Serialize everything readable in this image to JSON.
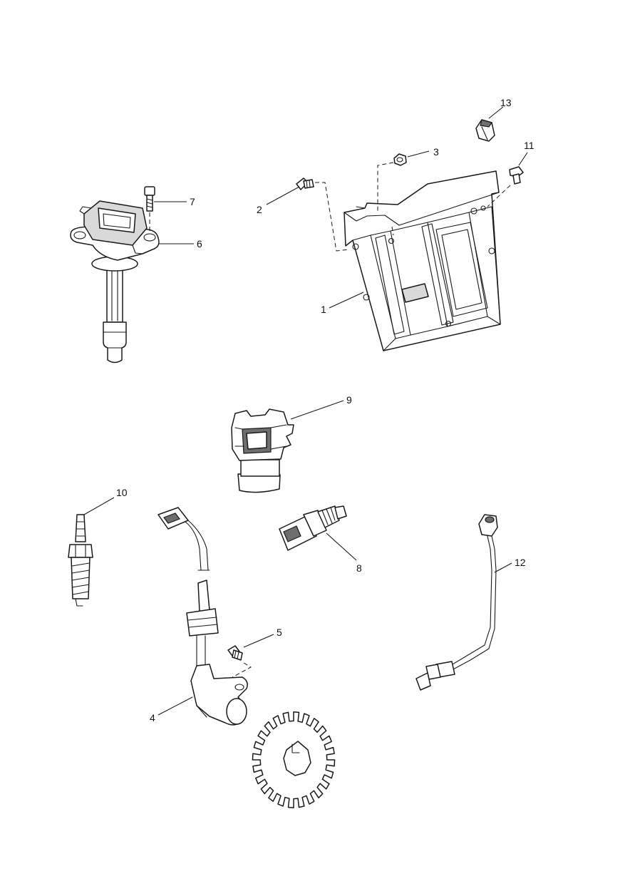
{
  "diagram": {
    "callouts": [
      {
        "id": "ecu",
        "label": "1"
      },
      {
        "id": "ecu-bolt",
        "label": "2"
      },
      {
        "id": "ecu-nut",
        "label": "3"
      },
      {
        "id": "crank-sensor",
        "label": "4"
      },
      {
        "id": "sensor-screw",
        "label": "5"
      },
      {
        "id": "ignition-coil",
        "label": "6"
      },
      {
        "id": "coil-bolt",
        "label": "7"
      },
      {
        "id": "temp-sensor",
        "label": "8"
      },
      {
        "id": "connector",
        "label": "9"
      },
      {
        "id": "spark-plug",
        "label": "10"
      },
      {
        "id": "ecu-screw",
        "label": "11"
      },
      {
        "id": "oxygen-sensor",
        "label": "12"
      },
      {
        "id": "clip",
        "label": "13"
      }
    ]
  }
}
